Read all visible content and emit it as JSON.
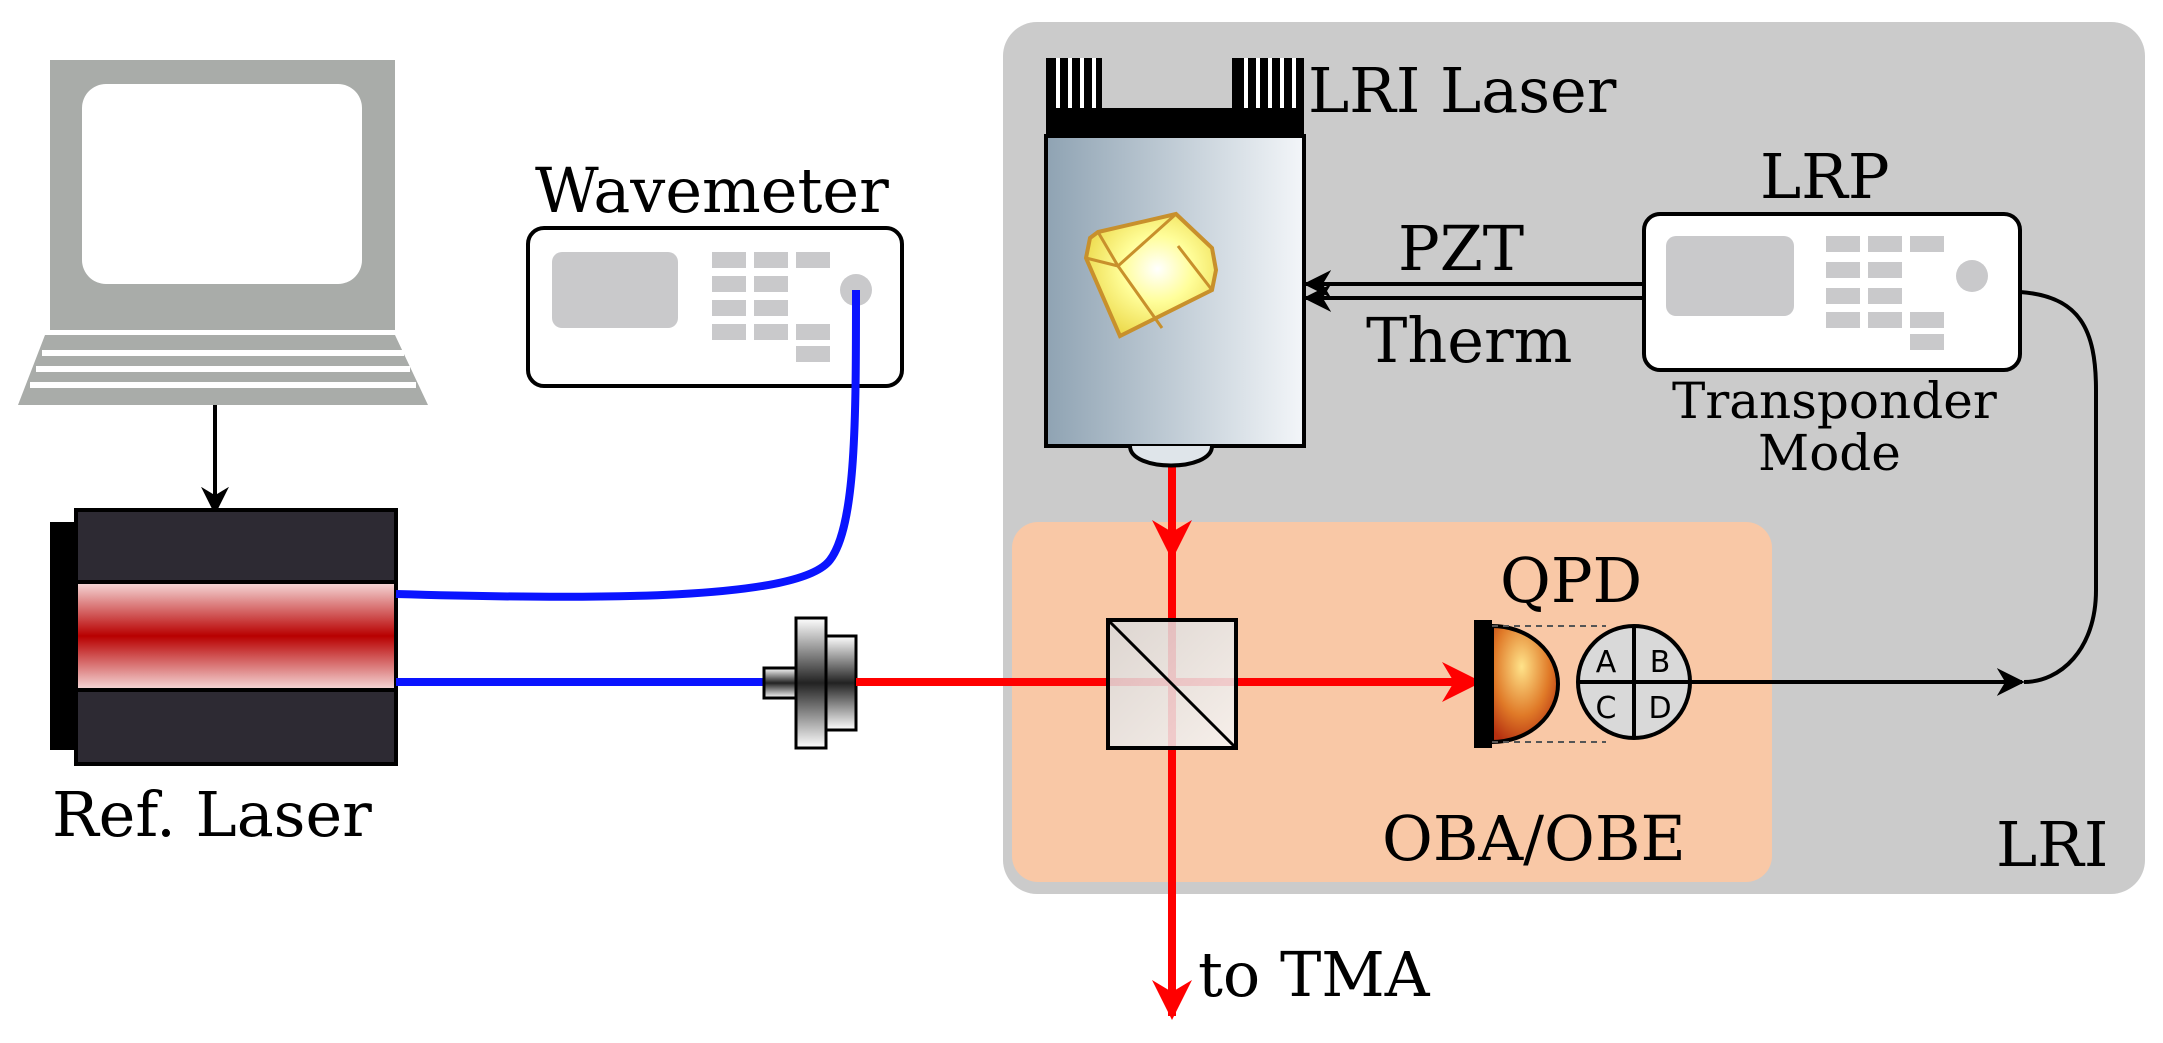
{
  "labels": {
    "wavemeter": "Wavemeter",
    "lri_laser": "LRI Laser",
    "lrp": "LRP",
    "pzt": "PZT",
    "therm": "Therm",
    "transponder_line1": "Transponder",
    "transponder_line2": "Mode",
    "qpd": "QPD",
    "ref_laser": "Ref. Laser",
    "oba_obe": "OBA/OBE",
    "lri": "LRI",
    "to_tma": "to TMA"
  },
  "qpd_quadrants": [
    "A",
    "B",
    "C",
    "D"
  ],
  "colors": {
    "lri_box": "#cbcbcb",
    "oba_box": "#f9c8a6",
    "laser_beam": "#ff0000",
    "fiber": "#0a14ff",
    "computer": "#a9aca9",
    "ref_laser_body": "#2d2a33"
  }
}
